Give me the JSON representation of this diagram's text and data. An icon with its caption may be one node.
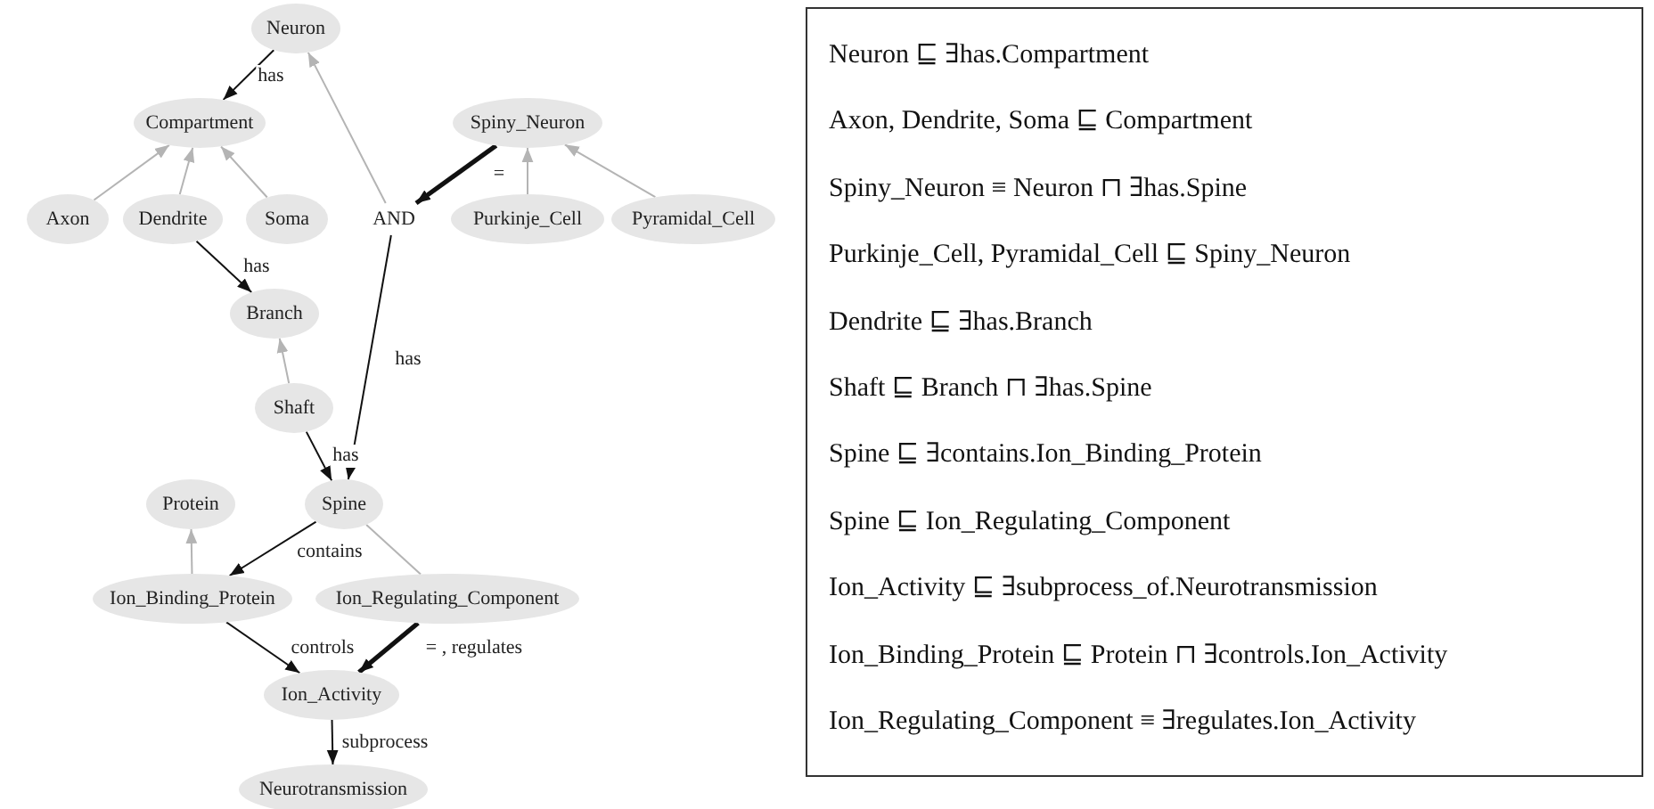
{
  "diagram": {
    "nodes": [
      {
        "text": [
          "Neuron"
        ]
      },
      {
        "text": [
          "Compartment"
        ]
      },
      {
        "text": [
          "Spiny_Neuron"
        ]
      },
      {
        "text": [
          "Axon"
        ]
      },
      {
        "text": [
          "Dendrite"
        ]
      },
      {
        "text": [
          "Soma"
        ]
      },
      {
        "text": [
          "AND"
        ]
      },
      {
        "text": [
          "Purkinje_Cell"
        ]
      },
      {
        "text": [
          "Pyramidal_Cell"
        ]
      },
      {
        "text": [
          "Branch"
        ]
      },
      {
        "text": [
          "Shaft"
        ]
      },
      {
        "text": [
          "Protein"
        ]
      },
      {
        "text": [
          "Spine"
        ]
      },
      {
        "text": [
          "Ion_Binding_Protein"
        ]
      },
      {
        "text": [
          "Ion_Regulating_Component"
        ]
      },
      {
        "text": [
          "Ion_Activity"
        ]
      },
      {
        "text": [
          "Neurotransmission"
        ]
      },
      {
        "text": [
          "Neuron ⊑ ∃has.Compartment",
          "Axon, Dendrite, Soma ⊑ Compartment",
          "Spiny_Neuron ≡ Neuron ⊓ ∃has.Spine",
          "Purkinje_Cell, Pyramidal_Cell ⊑ Spiny_Neuron",
          "Dendrite ⊑ ∃has.Branch",
          "Shaft ⊑ Branch ⊓ ∃has.Spine",
          "Spine ⊑ ∃contains.Ion_Binding_Protein",
          "Spine ⊑ Ion_Regulating_Component",
          "Ion_Activity ⊑ ∃subprocess_of.Neurotransmission",
          "Ion_Binding_Protein ⊑ Protein ⊓ ∃controls.Ion_Activity",
          "Ion_Regulating_Component ≡ ∃regulates.Ion_Activity"
        ]
      }
    ],
    "edges": [
      {
        "from": 0,
        "to": 1,
        "arrow": "to",
        "label": "has"
      },
      {
        "from": 3,
        "to": 1,
        "arrow": "to",
        "color": "#b4b4b4"
      },
      {
        "from": 4,
        "to": 1,
        "arrow": "to",
        "color": "#b4b4b4"
      },
      {
        "from": 5,
        "to": 1,
        "arrow": "to",
        "color": "#b4b4b4"
      },
      {
        "from": 6,
        "to": 0,
        "arrow": "to",
        "color": "#b4b4b4"
      },
      {
        "from": 2,
        "to": 6,
        "arrow": "to",
        "label": "=",
        "style": "thick"
      },
      {
        "from": 7,
        "to": 2,
        "arrow": "to",
        "color": "#b4b4b4"
      },
      {
        "from": 8,
        "to": 2,
        "arrow": "to",
        "color": "#b4b4b4"
      },
      {
        "from": 4,
        "to": 9,
        "arrow": "to",
        "label": "has"
      },
      {
        "from": 10,
        "to": 9,
        "arrow": "to",
        "color": "#b4b4b4"
      },
      {
        "from": 6,
        "to": 12,
        "arrow": "to",
        "label": "has"
      },
      {
        "from": 10,
        "to": 12,
        "arrow": "to",
        "label": "has"
      },
      {
        "from": 12,
        "to": 13,
        "arrow": "to",
        "label": "contains"
      },
      {
        "from": 12,
        "to": 14,
        "arrow": "none",
        "color": "#b4b4b4"
      },
      {
        "from": 13,
        "to": 11,
        "arrow": "to",
        "color": "#b4b4b4"
      },
      {
        "from": 13,
        "to": 15,
        "arrow": "to",
        "label": "controls"
      },
      {
        "from": 14,
        "to": 15,
        "arrow": "to",
        "label": "= , regulates",
        "style": "thick"
      },
      {
        "from": 15,
        "to": 16,
        "arrow": "to",
        "label": "subprocess"
      }
    ]
  }
}
